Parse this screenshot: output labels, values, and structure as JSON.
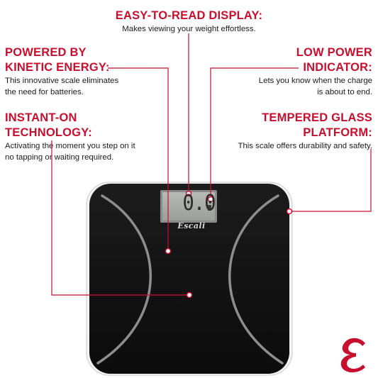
{
  "features": {
    "display": {
      "title": "EASY-TO-READ DISPLAY:",
      "desc": "Makes viewing your weight effortless."
    },
    "kinetic": {
      "title_line1": "POWERED BY",
      "title_line2": "KINETIC ENERGY:",
      "desc_line1": "This innovative scale eliminates",
      "desc_line2": "the need for batteries."
    },
    "low_power": {
      "title_line1": "LOW POWER",
      "title_line2": "INDICATOR:",
      "desc_line1": "Lets you know when the charge",
      "desc_line2": "is about to end."
    },
    "instant_on": {
      "title_line1": "INSTANT-ON",
      "title_line2": "TECHNOLOGY:",
      "desc_line1": "Activating the moment you step on it",
      "desc_line2": "no tapping or waiting required."
    },
    "glass": {
      "title_line1": "TEMPERED GLASS",
      "title_line2": "PLATFORM:",
      "desc": "This scale offers durability and safety."
    }
  },
  "scale": {
    "lcd_reading": "0.0",
    "brand": "Escali"
  },
  "colors": {
    "accent": "#c8102e",
    "scale_body": "#121212",
    "lcd": "#a9aba8"
  },
  "icons": {
    "brand_logo": "escali-e-logo"
  }
}
